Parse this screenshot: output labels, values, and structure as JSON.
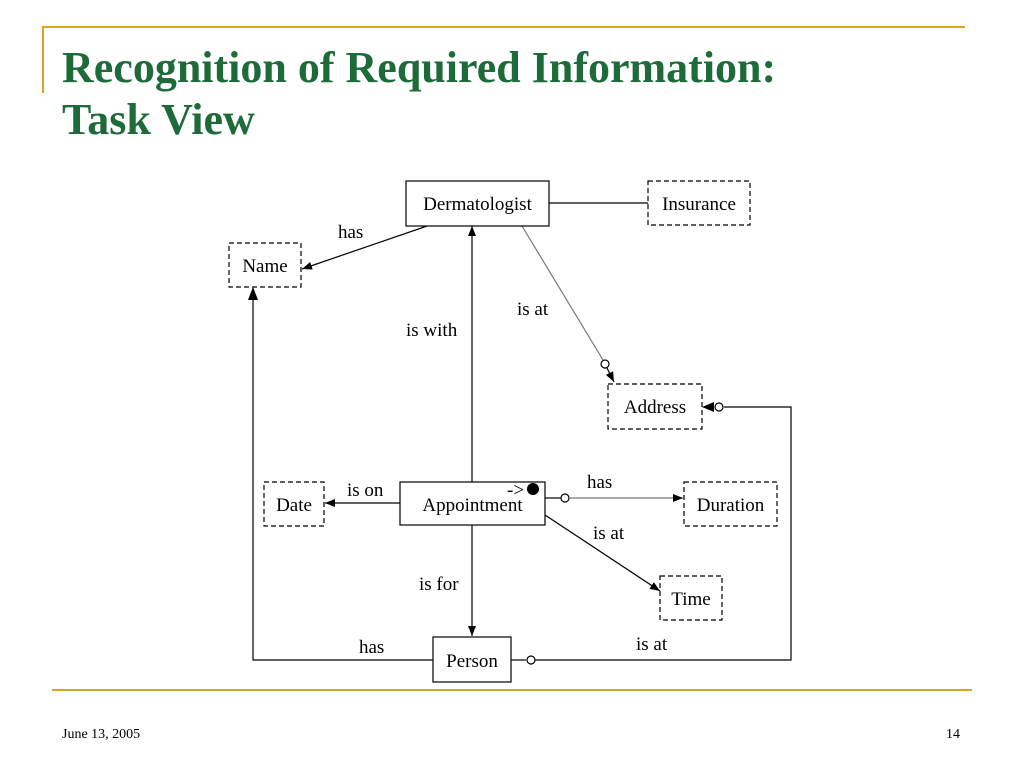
{
  "slide": {
    "title_line1": "Recognition of Required Information:",
    "title_line2": "Task View",
    "footer_date": "June 13, 2005",
    "page_number": "14",
    "accent_color": "#DAA520",
    "title_color": "#1E6B3A"
  },
  "diagram": {
    "nodes": {
      "dermatologist": "Dermatologist",
      "insurance": "Insurance",
      "name": "Name",
      "address": "Address",
      "date": "Date",
      "appointment": "Appointment",
      "duration": "Duration",
      "time": "Time",
      "person": "Person"
    },
    "edge_labels": {
      "dermatologist_has_name": "has",
      "appointment_is_with": "is with",
      "dermatologist_is_at": "is at",
      "appointment_is_on": "is on",
      "appointment_has_duration": "has",
      "appointment_is_at_time": "is at",
      "appointment_is_for": "is for",
      "person_has_name": "has",
      "person_is_at_address": "is at",
      "appointment_marker": "->"
    }
  }
}
